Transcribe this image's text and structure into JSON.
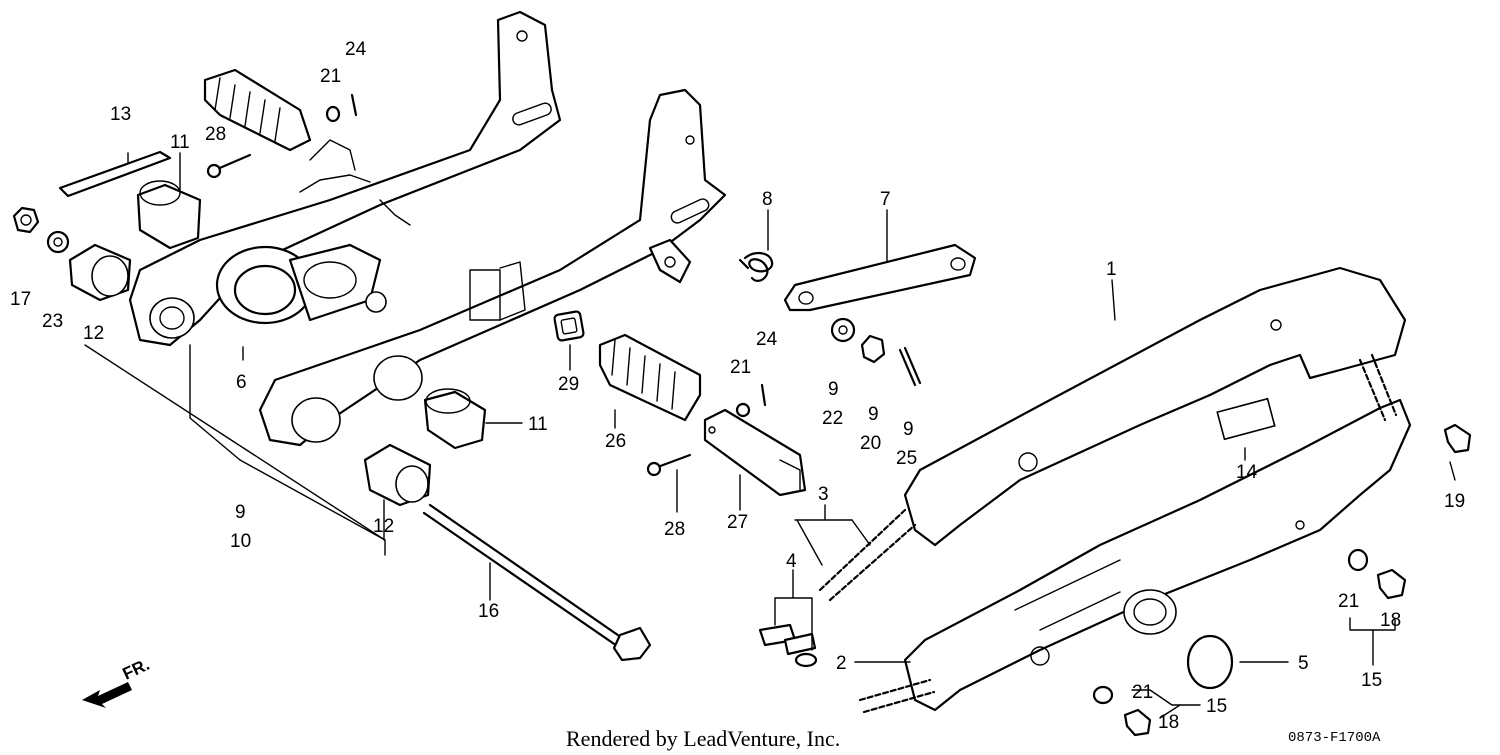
{
  "labels": {
    "l1": "1",
    "l2": "2",
    "l3": "3",
    "l4": "4",
    "l5": "5",
    "l6": "6",
    "l7": "7",
    "l8": "8",
    "l9a": "9",
    "l9b": "9",
    "l9c": "9",
    "l9d": "9",
    "l10": "10",
    "l11a": "11",
    "l11b": "11",
    "l12a": "12",
    "l12b": "12",
    "l13": "13",
    "l14": "14",
    "l15a": "15",
    "l15b": "15",
    "l16": "16",
    "l17": "17",
    "l18a": "18",
    "l18b": "18",
    "l19": "19",
    "l20": "20",
    "l21a": "21",
    "l21b": "21",
    "l21c": "21",
    "l21d": "21",
    "l22": "22",
    "l23": "23",
    "l24a": "24",
    "l24b": "24",
    "l25": "25",
    "l26": "26",
    "l27": "27",
    "l28a": "28",
    "l28b": "28",
    "l29": "29"
  },
  "direction": "FR.",
  "credit": "Rendered by LeadVenture, Inc.",
  "drawing_code": "0873-F1700A",
  "colors": {
    "line": "#000000",
    "background": "#ffffff"
  }
}
